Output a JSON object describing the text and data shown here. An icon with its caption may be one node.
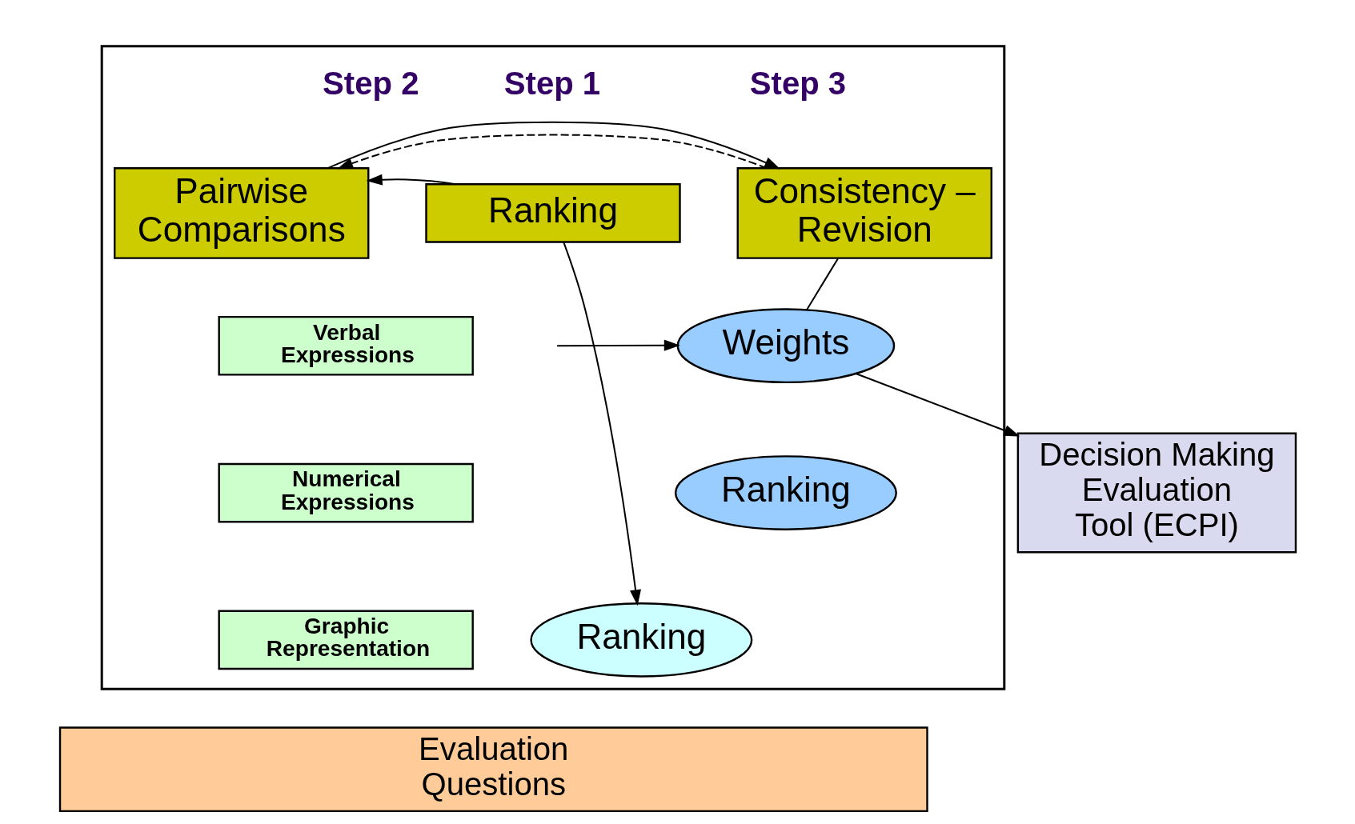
{
  "diagram": {
    "nodes": [
      {
        "text": [],
        "shape": "box"
      },
      {
        "text": [
          "Ranking"
        ],
        "in": 0
      },
      {
        "text": [
          "Pairwise Comparisons"
        ],
        "in": 0
      },
      {
        "text": [
          "Consistency – Revision"
        ],
        "in": 0
      },
      {
        "text": [
          "Verbal Expressions"
        ],
        "in": 0
      },
      {
        "text": [
          "Numerical Expressions"
        ],
        "in": 0
      },
      {
        "text": [
          "Graphic Representation"
        ],
        "in": 0
      },
      {
        "text": [
          "Weights"
        ],
        "in": 0
      },
      {
        "text": [
          "Ranking"
        ],
        "in": 0
      },
      {
        "text": [
          "Ranking"
        ],
        "in": 0
      },
      {
        "text": [
          "Decision Making Evaluation Tool (ECPI)"
        ]
      },
      {
        "text": [
          "Evaluation Questions"
        ]
      }
    ],
    "edges": [
      {
        "from": 1,
        "to": 2,
        "arrow": "to"
      },
      {
        "from": 3,
        "to": 2,
        "arrow": "to",
        "style": "dashed"
      },
      {
        "from": 2,
        "to": 3,
        "arrow": "to"
      },
      {
        "from": 3,
        "to": 7,
        "arrow": "none"
      },
      {
        "from": null,
        "to": 7,
        "arrow": "to"
      },
      {
        "from": 7,
        "to": 10,
        "arrow": "to"
      },
      {
        "from": 1,
        "to": 9,
        "arrow": "to"
      }
    ],
    "labels": [
      "Step 1",
      "Step 2",
      "Step 3"
    ]
  }
}
